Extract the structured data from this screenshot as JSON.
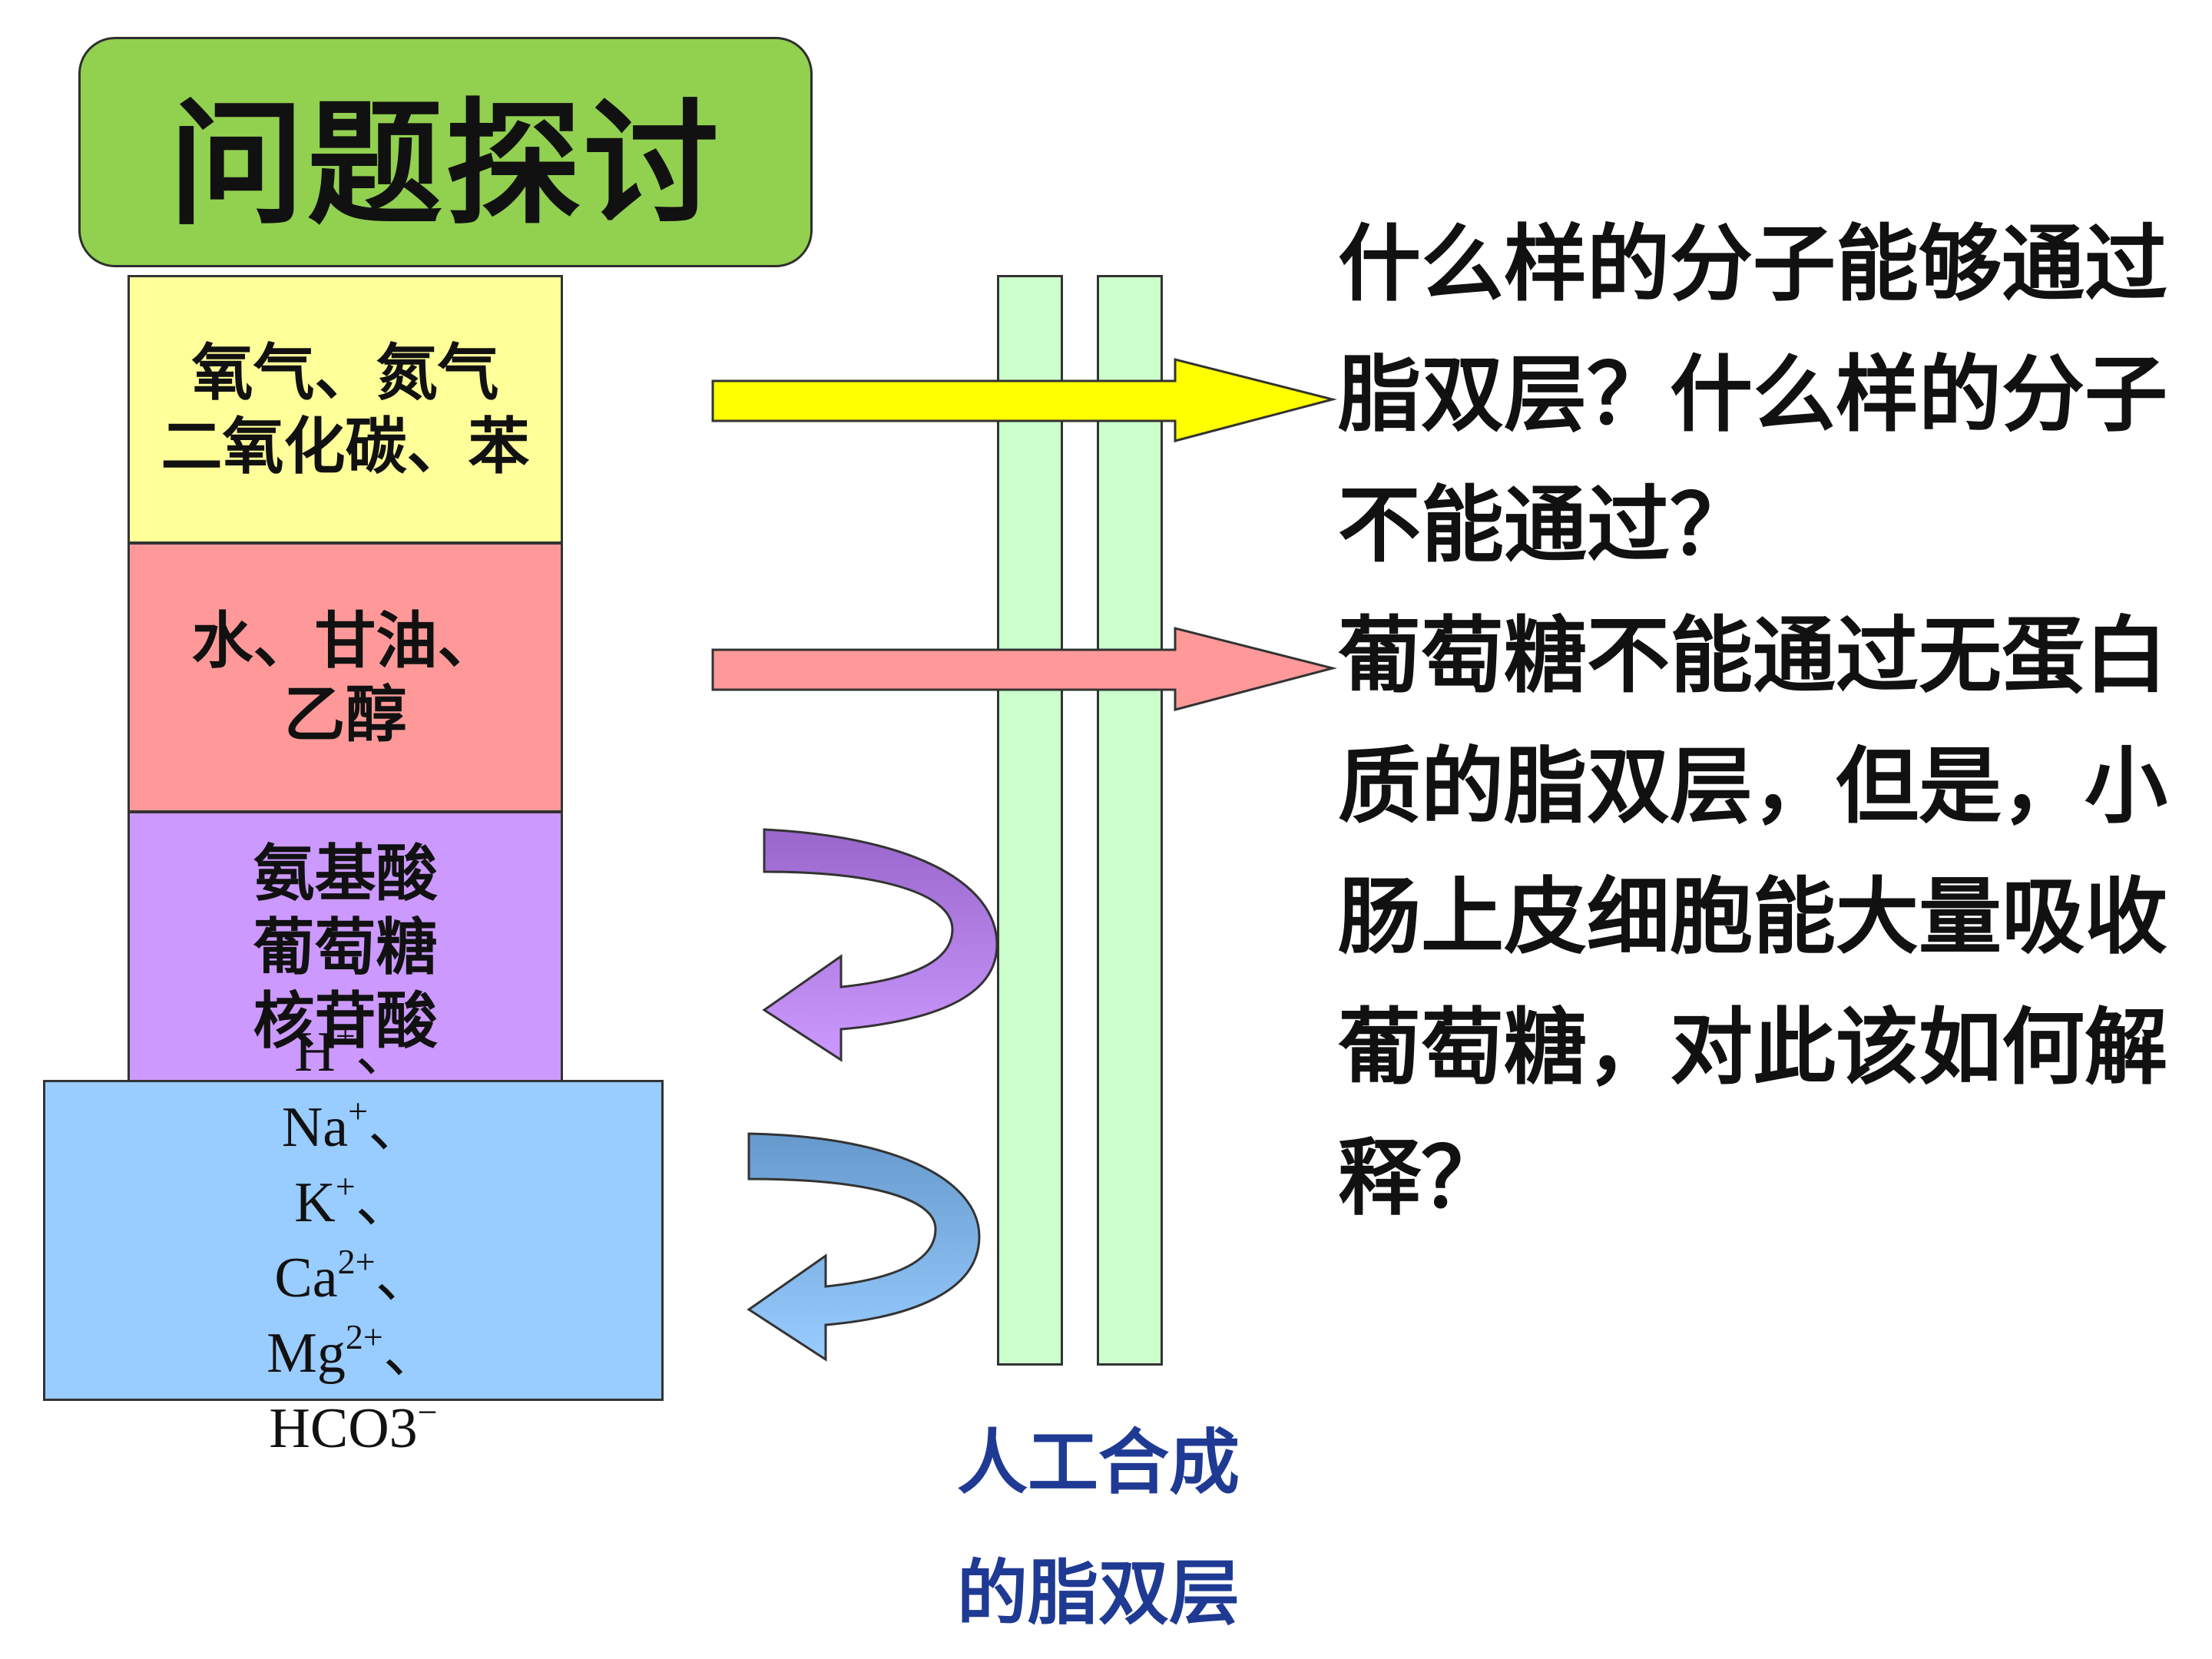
{
  "title": "问题探讨",
  "groups": [
    {
      "lines": [
        "氧气、氮气",
        "二氧化碳、苯"
      ],
      "color": "#ffff99"
    },
    {
      "lines": [
        "水、甘油、",
        "乙醇"
      ],
      "color": "#ff9999"
    },
    {
      "lines": [
        "氨基酸",
        "葡萄糖",
        "核苷酸"
      ],
      "color": "#cc99ff"
    },
    {
      "ions": {
        "h": "H",
        "h_charge": "+",
        "na": "Na",
        "na_charge": "+",
        "k": "K",
        "k_charge": "+",
        "ca": "Ca",
        "ca_charge": "2+",
        "mg": "Mg",
        "mg_charge": "2+",
        "hco3": "HCO3",
        "hco3_charge": "−",
        "sep": "、"
      },
      "color": "#99ccff"
    }
  ],
  "membrane_label": [
    "人工合成",
    "的脂双层"
  ],
  "question_1": "什么样的分子能够通过脂双层？什么样的分子不能通过？",
  "question_2": "葡萄糖不能通过无蛋白质的脂双层，但是，小肠上皮细胞能大量吸收葡萄糖，对此该如何解释？",
  "colors": {
    "title_bg": "#92d050",
    "membrane": "#ccffcc",
    "arrow_yellow": "#ffff00",
    "arrow_pink": "#ff9999",
    "arrow_purple": "#cc99ff",
    "arrow_blue": "#99ccff",
    "label_blue": "#1f3a93"
  }
}
